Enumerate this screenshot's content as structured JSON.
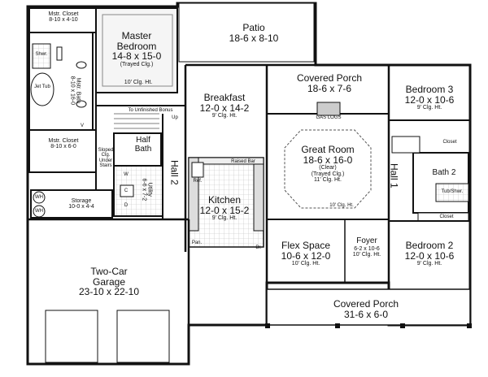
{
  "rooms": {
    "patio": {
      "name": "Patio",
      "dims": "18-6 x 8-10"
    },
    "master_bedroom": {
      "name": "Master",
      "name2": "Bedroom",
      "dims": "14-8 x 15-0",
      "note": "(Trayed Clg.)",
      "clg": "10' Clg. Ht."
    },
    "mstr_closet_top": {
      "name": "Mstr. Closet",
      "dims": "8-10 x 4-10"
    },
    "mstr_closet_bottom": {
      "name": "Mstr. Closet",
      "dims": "8-10 x 6-0"
    },
    "mstr_bath": {
      "name": "Mstr. Bath",
      "dims": "8-10 x 16-0"
    },
    "shwr": "Shwr.",
    "jet_tub": "Jet Tub",
    "covered_porch_top": {
      "name": "Covered Porch",
      "dims": "18-6 x 7-6"
    },
    "breakfast": {
      "name": "Breakfast",
      "dims": "12-0 x 14-2",
      "clg": "9' Clg. Ht."
    },
    "unfinished_bonus": "To Unfinished Bonus",
    "up": "Up",
    "great_room": {
      "name": "Great Room",
      "dims": "18-6 x 16-0",
      "note1": "(Clear)",
      "note2": "(Trayed Clg.)",
      "clg": "11' Clg. Ht."
    },
    "gas_logs": "GAS LOGS",
    "half_bath": {
      "name": "Half",
      "name2": "Bath"
    },
    "hall_left": "Hall 2",
    "hall_right": "Hall 1",
    "utility": {
      "name": "Utility",
      "dims": "6-6 x 7-2"
    },
    "sloped_clg": "Sloped Clg. Under Stairs",
    "kitchen": {
      "name": "Kitchen",
      "dims": "12-0 x 15-2",
      "clg": "9' Clg. Ht."
    },
    "raised_bar": "Raised Bar",
    "ref": "Ref.",
    "pan": "Pan.",
    "br": "Br.",
    "bedroom3": {
      "name": "Bedroom 3",
      "dims": "12-0 x 10-6",
      "clg": "9' Clg. Ht."
    },
    "bath2": {
      "name": "Bath 2"
    },
    "tub_shwr": "Tub/Shwr.",
    "closet_a": "Closet",
    "closet_b": "Closet",
    "bedroom2": {
      "name": "Bedroom 2",
      "dims": "12-0 x 10-6",
      "clg": "9' Clg. Ht."
    },
    "storage": {
      "name": "Storage",
      "dims": "10-0 x 4-4"
    },
    "wh1": "WH",
    "wh2": "WH",
    "c_label": "C",
    "w_label": "W",
    "d_label": "D",
    "v_label": "V",
    "flex_space": {
      "name": "Flex Space",
      "dims": "10-6 x 12-0",
      "clg": "10' Clg. Ht."
    },
    "foyer": {
      "name": "Foyer",
      "dims": "6-2 x 10-6",
      "clg": "10' Clg. Ht."
    },
    "garage": {
      "name": "Two-Car",
      "name2": "Garage",
      "dims": "23-10 x 22-10"
    },
    "covered_porch_bottom": {
      "name": "Covered Porch",
      "dims": "31-6 x 6-0"
    },
    "gr_clg_lower": "10' Clg. Ht."
  },
  "colors": {
    "wall": "#111111",
    "floor_tile": "#bdbdbd",
    "shade": "#d9d9d9"
  }
}
